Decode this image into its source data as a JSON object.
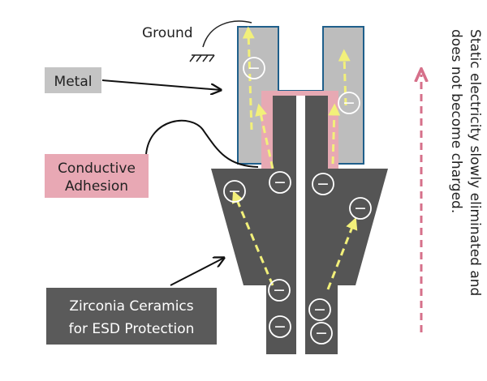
{
  "labels": {
    "ground": "Ground",
    "metal": "Metal",
    "conductive_line1": "Conductive",
    "conductive_line2": "Adhesion",
    "zirconia_line1": "Zirconia Ceramics",
    "zirconia_line2": "for ESD Protection",
    "static_line1": "Static electricity slowly eliminated and",
    "static_line2": "does not become charged."
  },
  "charge_symbol": "−",
  "colors": {
    "metal": "#bdbdbd",
    "metal_outline": "#1f5f8b",
    "adhesion": "#e7a9b3",
    "ceramic": "#555555",
    "flow_arrow": "#f2f07a",
    "static_arrow": "#d6708a",
    "label_box_metal": "#c4c4c4",
    "label_box_adhesion": "#e8a8b4",
    "label_box_zirconia": "#5a5a5a"
  }
}
